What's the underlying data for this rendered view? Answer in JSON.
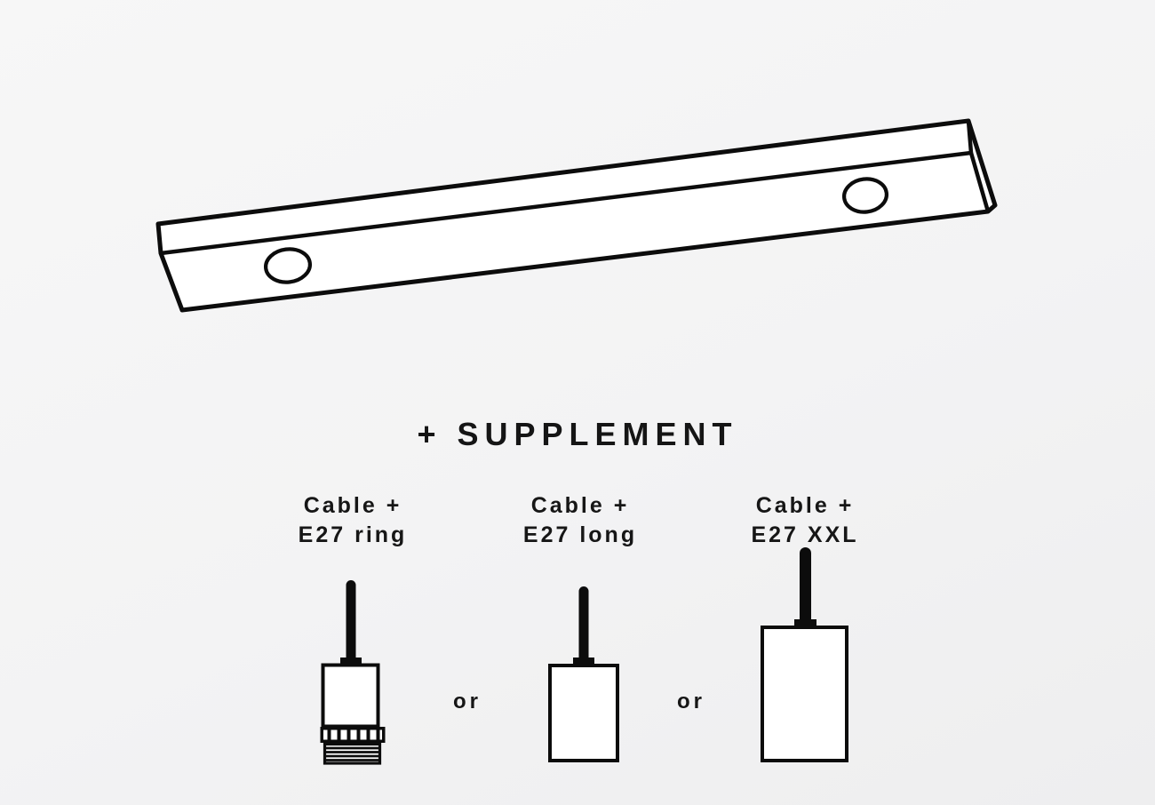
{
  "colors": {
    "ink": "#0c0c0c",
    "paper": "#ffffff",
    "background": "#f3f3f4"
  },
  "illustration": {
    "name": "ceiling-canopy-line-drawing",
    "description_visible_shapes": "rectangular canopy bar in perspective with two oval cable holes",
    "hole_count": 2
  },
  "supplement": {
    "title": "+ SUPPLEMENT",
    "separator": "or",
    "options": [
      {
        "line1": "Cable +",
        "line2": "E27 ring",
        "drawing": "cable-e27-ring-socket"
      },
      {
        "line1": "Cable +",
        "line2": "E27 long",
        "drawing": "cable-e27-long-socket"
      },
      {
        "line1": "Cable +",
        "line2": "E27 XXL",
        "drawing": "cable-e27-xxl-socket"
      }
    ]
  }
}
